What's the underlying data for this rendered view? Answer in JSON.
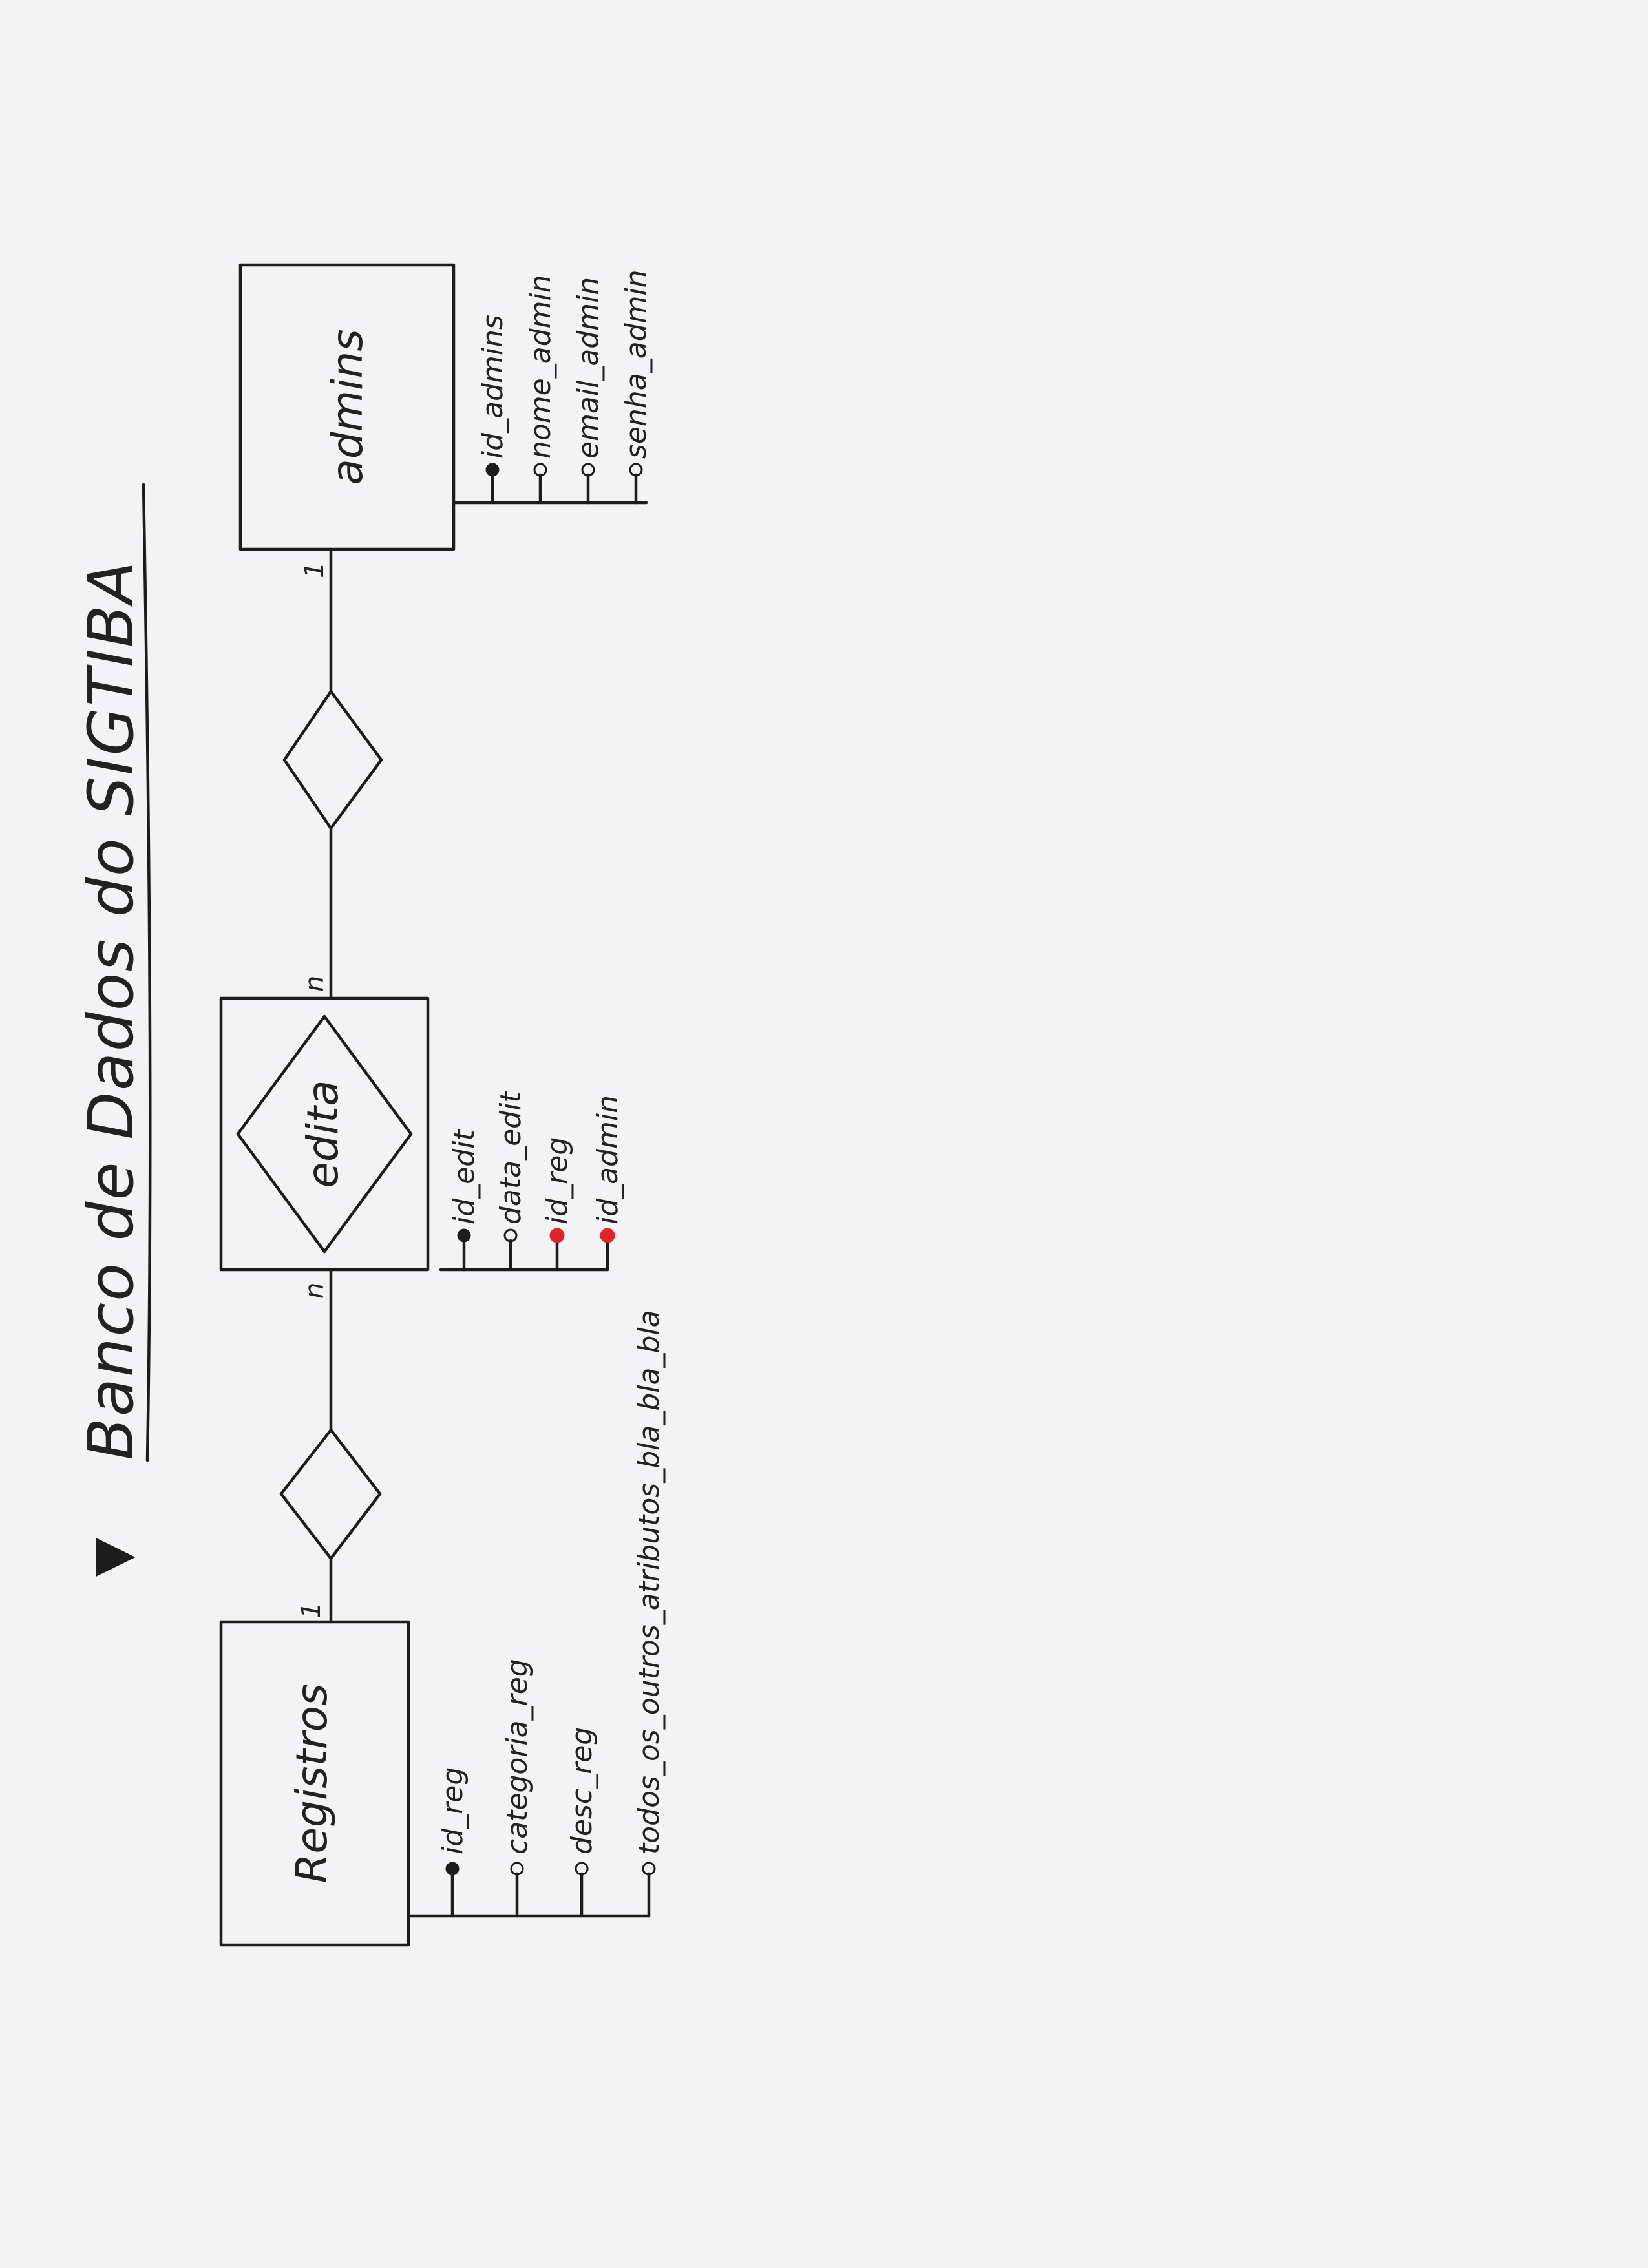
{
  "title": "Banco de Dados do SIGTIBA",
  "colors": {
    "ink": "#1c1c1c",
    "paper": "#f3f3f5",
    "foreign_key_marker": "#e0242c"
  },
  "entities": {
    "registros": {
      "name": "Registros",
      "attributes": [
        "id_reg",
        "categoria_reg",
        "desc_reg",
        "todos_os_outros_atributos_bla_bla_bla"
      ]
    },
    "edita": {
      "name": "edita",
      "attributes": [
        "id_edit",
        "data_edit",
        "id_reg",
        "id_admin"
      ]
    },
    "admins": {
      "name": "admins",
      "attributes": [
        "id_admins",
        "nome_admin",
        "email_admin",
        "senha_admin"
      ]
    }
  },
  "cardinalities": {
    "registros_side": "1",
    "edita_left": "n",
    "edita_right": "n",
    "admins_side": "1"
  }
}
